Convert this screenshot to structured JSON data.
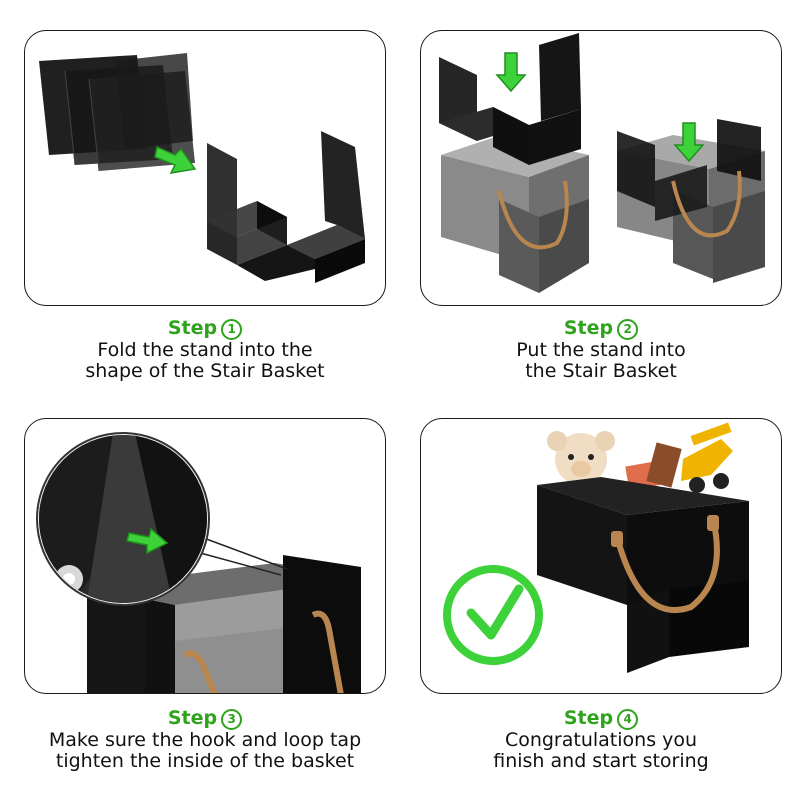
{
  "steps": [
    {
      "title": "Step",
      "number": "1",
      "lines": [
        "Fold the stand into the",
        "shape of the Stair Basket"
      ]
    },
    {
      "title": "Step",
      "number": "2",
      "lines": [
        "Put the stand into",
        "the Stair Basket"
      ]
    },
    {
      "title": "Step",
      "number": "3",
      "lines": [
        "Make sure the hook and loop tap",
        "tighten the inside of the basket"
      ]
    },
    {
      "title": "Step",
      "number": "4",
      "lines": [
        "Congratulations you",
        "finish and start storing"
      ]
    }
  ],
  "colors": {
    "accent_green": "#2fa31c",
    "arrow_green": "#3dd13a",
    "panel_black": "#111111",
    "gray_box": "#8a8a8a",
    "handle_tan": "#b8864e",
    "border": "#1a1a1a"
  },
  "icons": [
    "green-arrow-icon",
    "checkmark-icon",
    "magnifier-callout"
  ]
}
